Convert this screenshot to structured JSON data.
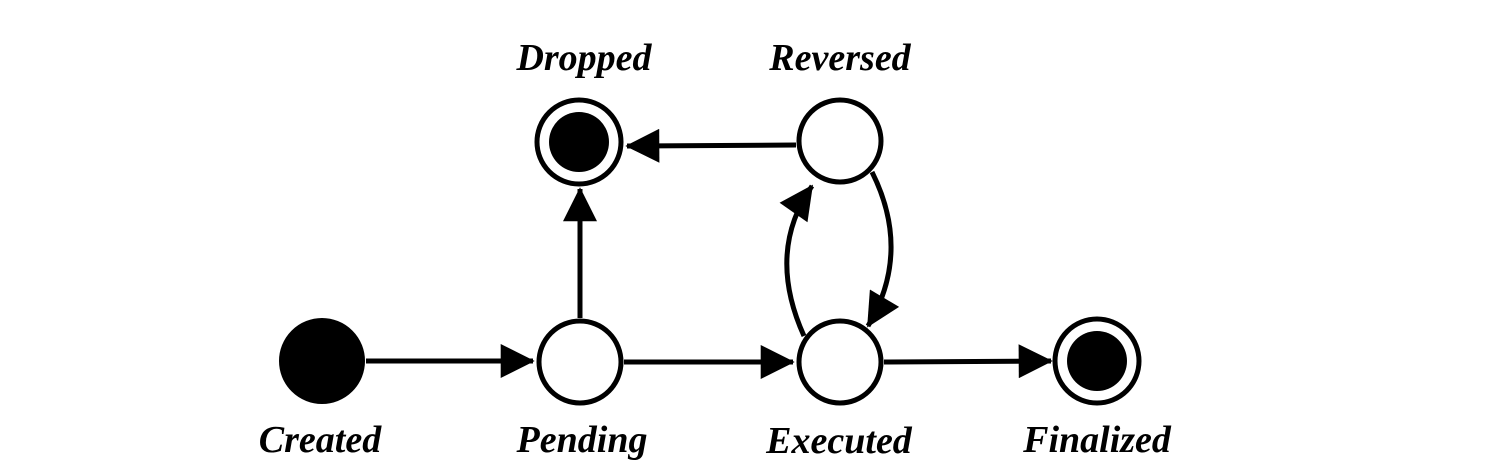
{
  "diagram": {
    "type": "state-machine",
    "background_color": "#ffffff",
    "line_color": "#000000",
    "states": [
      {
        "id": "created",
        "label": "Created",
        "kind": "initial-filled-circle"
      },
      {
        "id": "pending",
        "label": "Pending",
        "kind": "normal-circle"
      },
      {
        "id": "executed",
        "label": "Executed",
        "kind": "normal-circle"
      },
      {
        "id": "finalized",
        "label": "Finalized",
        "kind": "final-double-circle"
      },
      {
        "id": "dropped",
        "label": "Dropped",
        "kind": "final-double-circle"
      },
      {
        "id": "reversed",
        "label": "Reversed",
        "kind": "normal-circle"
      }
    ],
    "labels": {
      "created": "Created",
      "pending": "Pending",
      "executed": "Executed",
      "finalized": "Finalized",
      "dropped": "Dropped",
      "reversed": "Reversed"
    },
    "transitions": [
      {
        "from": "Created",
        "to": "Pending"
      },
      {
        "from": "Pending",
        "to": "Executed"
      },
      {
        "from": "Pending",
        "to": "Dropped"
      },
      {
        "from": "Executed",
        "to": "Reversed"
      },
      {
        "from": "Reversed",
        "to": "Executed"
      },
      {
        "from": "Reversed",
        "to": "Dropped"
      },
      {
        "from": "Executed",
        "to": "Finalized"
      }
    ]
  }
}
